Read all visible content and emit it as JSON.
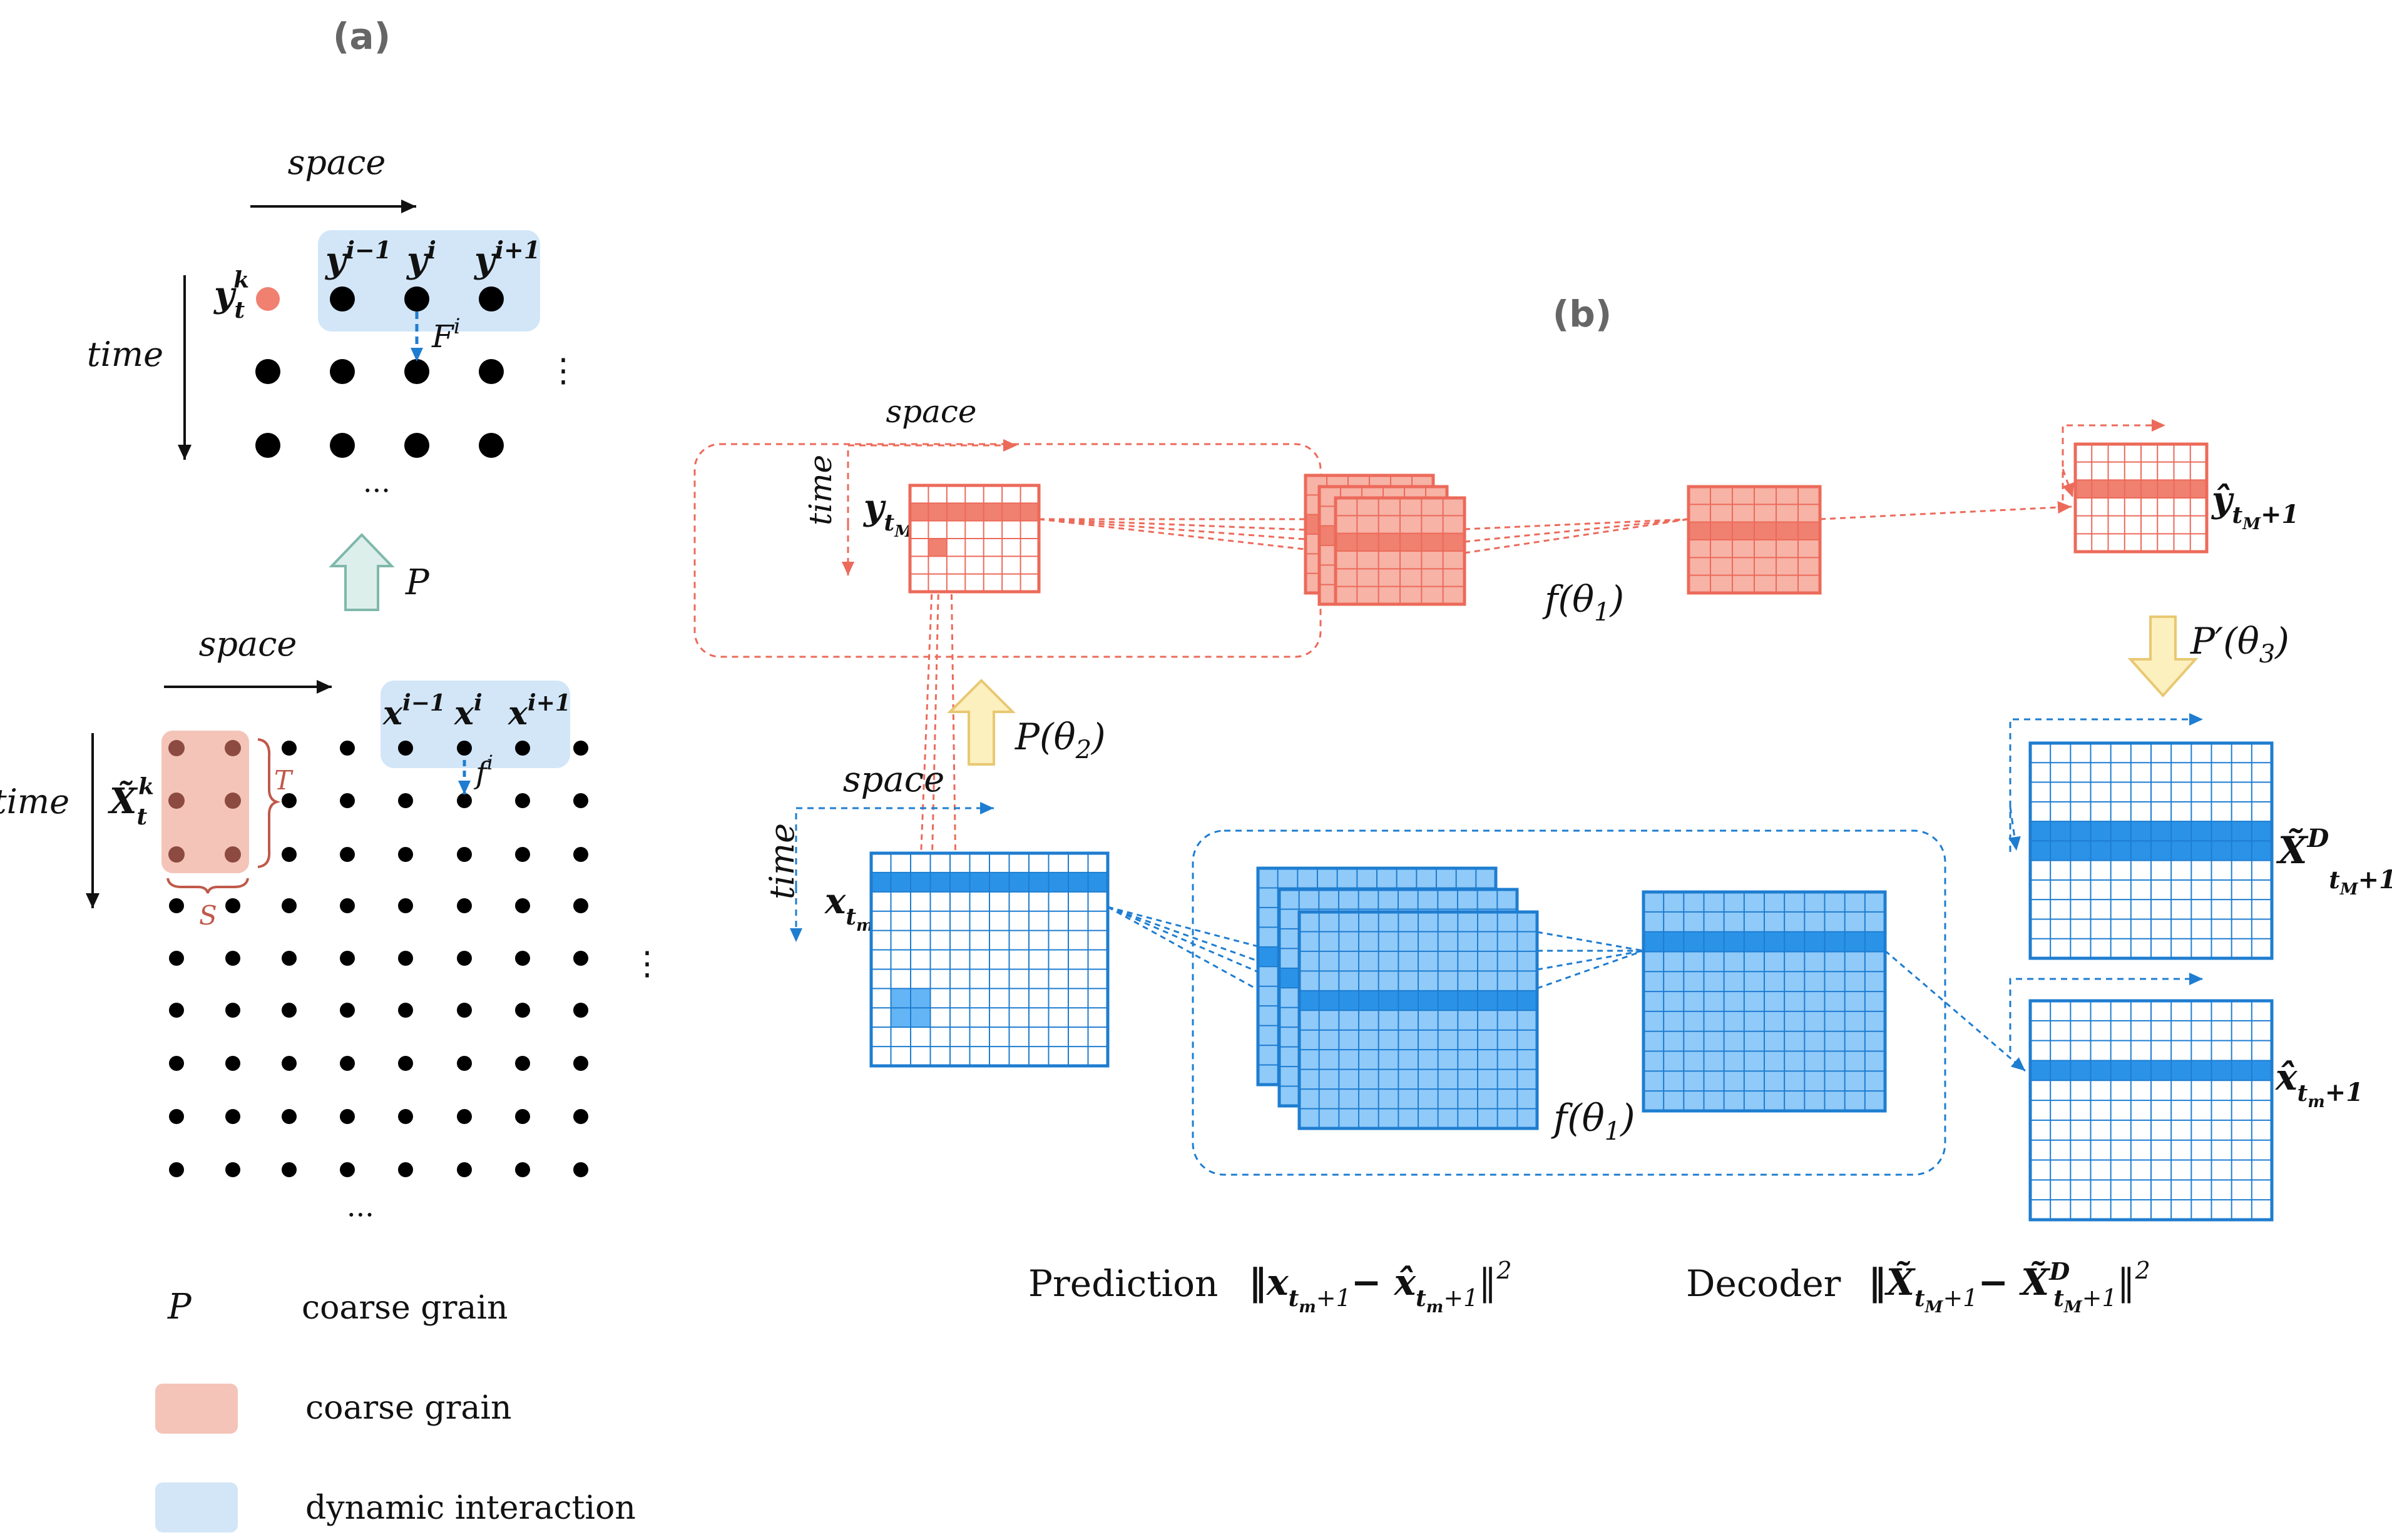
{
  "panel_a": {
    "label": "(a)",
    "top": {
      "space": "space",
      "time": "time",
      "yk_base": "y",
      "yk_sub": "t",
      "yk_sup": "k",
      "y_prev_base": "y",
      "y_prev_sup": "i−1",
      "y_cur_base": "y",
      "y_cur_sup": "i",
      "y_next_base": "y",
      "y_next_sup": "i+1",
      "F_base": "F",
      "F_sup": "i",
      "hdots": "···",
      "vdots": "⋮"
    },
    "arrow_label": "P",
    "bottom": {
      "space": "space",
      "time": "time",
      "X_base": "X̃",
      "X_sub": "t",
      "X_sup": "k",
      "x_prev_base": "x",
      "x_prev_sup": "i−1",
      "x_cur_base": "x",
      "x_cur_sup": "i",
      "x_next_base": "x",
      "x_next_sup": "i+1",
      "f_base": "f",
      "f_sup": "i",
      "T": "T",
      "S": "S",
      "hdots": "···",
      "vdots": "⋮"
    },
    "legend": [
      {
        "key": "P",
        "label": "coarse grain",
        "swatch": "none"
      },
      {
        "key": "",
        "label": "coarse grain",
        "swatch": "#F4C4B8"
      },
      {
        "key": "",
        "label": "dynamic interaction",
        "swatch": "#D2E6F8"
      }
    ]
  },
  "panel_b": {
    "label": "(b)",
    "macro": {
      "space": "space",
      "time": "time",
      "y_base": "y",
      "y_sub": "t",
      "y_subsub": "M",
      "f_label": "f(θ",
      "f_sub": "1",
      "f_close": ")",
      "yhat_base": "ŷ",
      "yhat_sub": "t",
      "yhat_subsub": "M",
      "yhat_plus": "+1"
    },
    "P2": {
      "base": "P(θ",
      "sub": "2",
      "close": ")"
    },
    "P3": {
      "base": "P′(θ",
      "sub": "3",
      "close": ")"
    },
    "micro": {
      "space": "space",
      "time": "time",
      "x_base": "x",
      "x_sub": "t",
      "x_subsub": "m",
      "f_label": "f(θ",
      "f_sub": "1",
      "f_close": ")",
      "XD_base": "X̃",
      "XD_sup": "D",
      "XD_sub": "t",
      "XD_subsub": "M",
      "XD_plus": "+1",
      "xhat_base": "x̂",
      "xhat_sub": "t",
      "xhat_subsub": "m",
      "xhat_plus": "+1"
    },
    "bottom_text": {
      "prediction": "Prediction",
      "pred_formula_left": "‖x",
      "pred_formula_mid": "− x̂",
      "pred_sub": "t",
      "pred_subsub": "m",
      "pred_plus": "+1",
      "pred_close": "‖",
      "pred_sq": "2",
      "decoder": "Decoder",
      "dec_formula_left": "‖X̃",
      "dec_formula_mid": "− X̃",
      "dec_sup": "D",
      "dec_sub": "t",
      "dec_subsub": "M",
      "dec_plus": "+1",
      "dec_close": "‖",
      "dec_sq": "2"
    }
  },
  "colors": {
    "red": "#F08070",
    "red_light": "#F6B3A6",
    "red_fill": "#F4A596",
    "blue": "#1E88E5",
    "blue_light": "#90CAF9",
    "blue_fill": "#64B5F6",
    "pink_box": "#F4C4B8",
    "blue_box": "#D2E6F8",
    "yellow_arrow": "#FDF0BF",
    "yellow_stroke": "#E8C872",
    "green_arrow": "#DDEFEB",
    "green_stroke": "#7FB8AB"
  }
}
